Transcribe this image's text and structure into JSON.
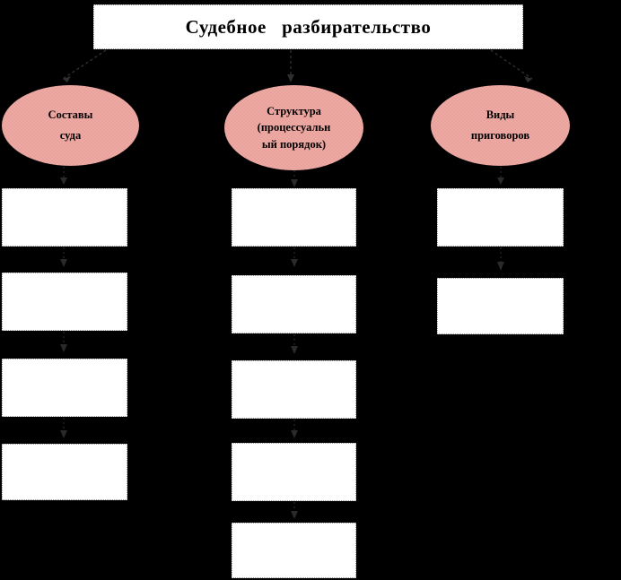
{
  "diagram": {
    "background_color": "#000000",
    "title": {
      "label": "Судебное   разбирательство",
      "fill_color": "#ffffff",
      "text_color": "#000000"
    },
    "branch_fill_color": "#eda9a4",
    "box_fill_color": "#ffffff",
    "connector_color": "#2a2a2a",
    "branches": [
      {
        "id": "sostavy-suda",
        "label": "Составы\nсуда",
        "box_count": 4,
        "boxes": [
          "",
          "",
          "",
          ""
        ]
      },
      {
        "id": "struktura",
        "label": "Структура\n(процессуальн\nый порядок)",
        "box_count": 5,
        "boxes": [
          "",
          "",
          "",
          "",
          ""
        ]
      },
      {
        "id": "vidy-prigovorov",
        "label": "Виды\nприговоров",
        "box_count": 2,
        "boxes": [
          "",
          ""
        ]
      }
    ]
  }
}
